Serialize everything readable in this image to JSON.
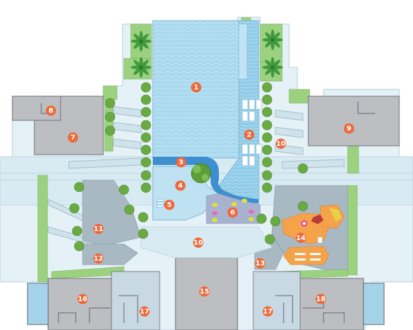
{
  "markers": [
    {
      "id": "m1",
      "label": "1"
    },
    {
      "id": "m2",
      "label": "2"
    },
    {
      "id": "m3",
      "label": "3"
    },
    {
      "id": "m4",
      "label": "4"
    },
    {
      "id": "m5",
      "label": "5"
    },
    {
      "id": "m6",
      "label": "6"
    },
    {
      "id": "m7",
      "label": "7"
    },
    {
      "id": "m8",
      "label": "8"
    },
    {
      "id": "m9",
      "label": "9"
    },
    {
      "id": "m10a",
      "label": "10"
    },
    {
      "id": "m10b",
      "label": "10"
    },
    {
      "id": "m11",
      "label": "11"
    },
    {
      "id": "m12",
      "label": "12"
    },
    {
      "id": "m13",
      "label": "13"
    },
    {
      "id": "m14",
      "label": "14"
    },
    {
      "id": "m15",
      "label": "15"
    },
    {
      "id": "m16",
      "label": "16"
    },
    {
      "id": "m17a",
      "label": "17"
    },
    {
      "id": "m17b",
      "label": "17"
    },
    {
      "id": "m18",
      "label": "18"
    }
  ],
  "colors": {
    "marker": "#ec6a3c",
    "pool": "#a9d9ee",
    "pool_dark": "#3d8fcf",
    "building": "#bdbec1",
    "deck": "#e4f1f7",
    "green": "#9bd17f",
    "tree": "#6aaa43",
    "play": "#f5a34a"
  }
}
